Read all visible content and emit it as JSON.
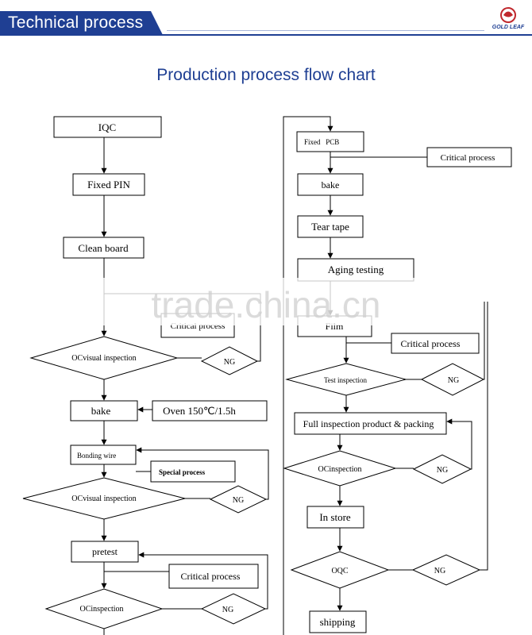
{
  "header": {
    "title": "Technical process",
    "logo_text": "GOLD LEAF"
  },
  "diagram": {
    "title": "Production process flow chart",
    "nodes": {
      "iqc": "IQC",
      "fixed_pin": "Fixed PIN",
      "clean_board": "Clean board",
      "critical_process_1": "Critical process",
      "oc_visual_inspection_1": "OCvisual inspection",
      "ng_1": "NG",
      "bake_1": "bake",
      "oven_note": "Oven 150℃/1.5h",
      "bonding_wire": "Bonding wire",
      "special_process": "Special process",
      "oc_visual_inspection_2": "OCvisual inspection",
      "ng_2": "NG",
      "pretest": "pretest",
      "critical_process_2": "Critical process",
      "oc_inspection_1": "OCinspection",
      "ng_3": "NG",
      "fixed_pcb": "Fixed   PCB",
      "critical_process_3": "Critical process",
      "bake_2": "bake",
      "tear_tape": "Tear tape",
      "aging_testing": "Aging testing",
      "film": "Film",
      "critical_process_4": "Critical process",
      "test_inspection": "Test inspection",
      "ng_4": "NG",
      "full_inspection": "Full inspection product & packing",
      "oc_inspection_2": "OCinspection",
      "ng_5": "NG",
      "in_store": "In store",
      "oqc": "OQC",
      "ng_6": "NG",
      "shipping": "shipping"
    },
    "watermark": "trade.china.cn"
  }
}
